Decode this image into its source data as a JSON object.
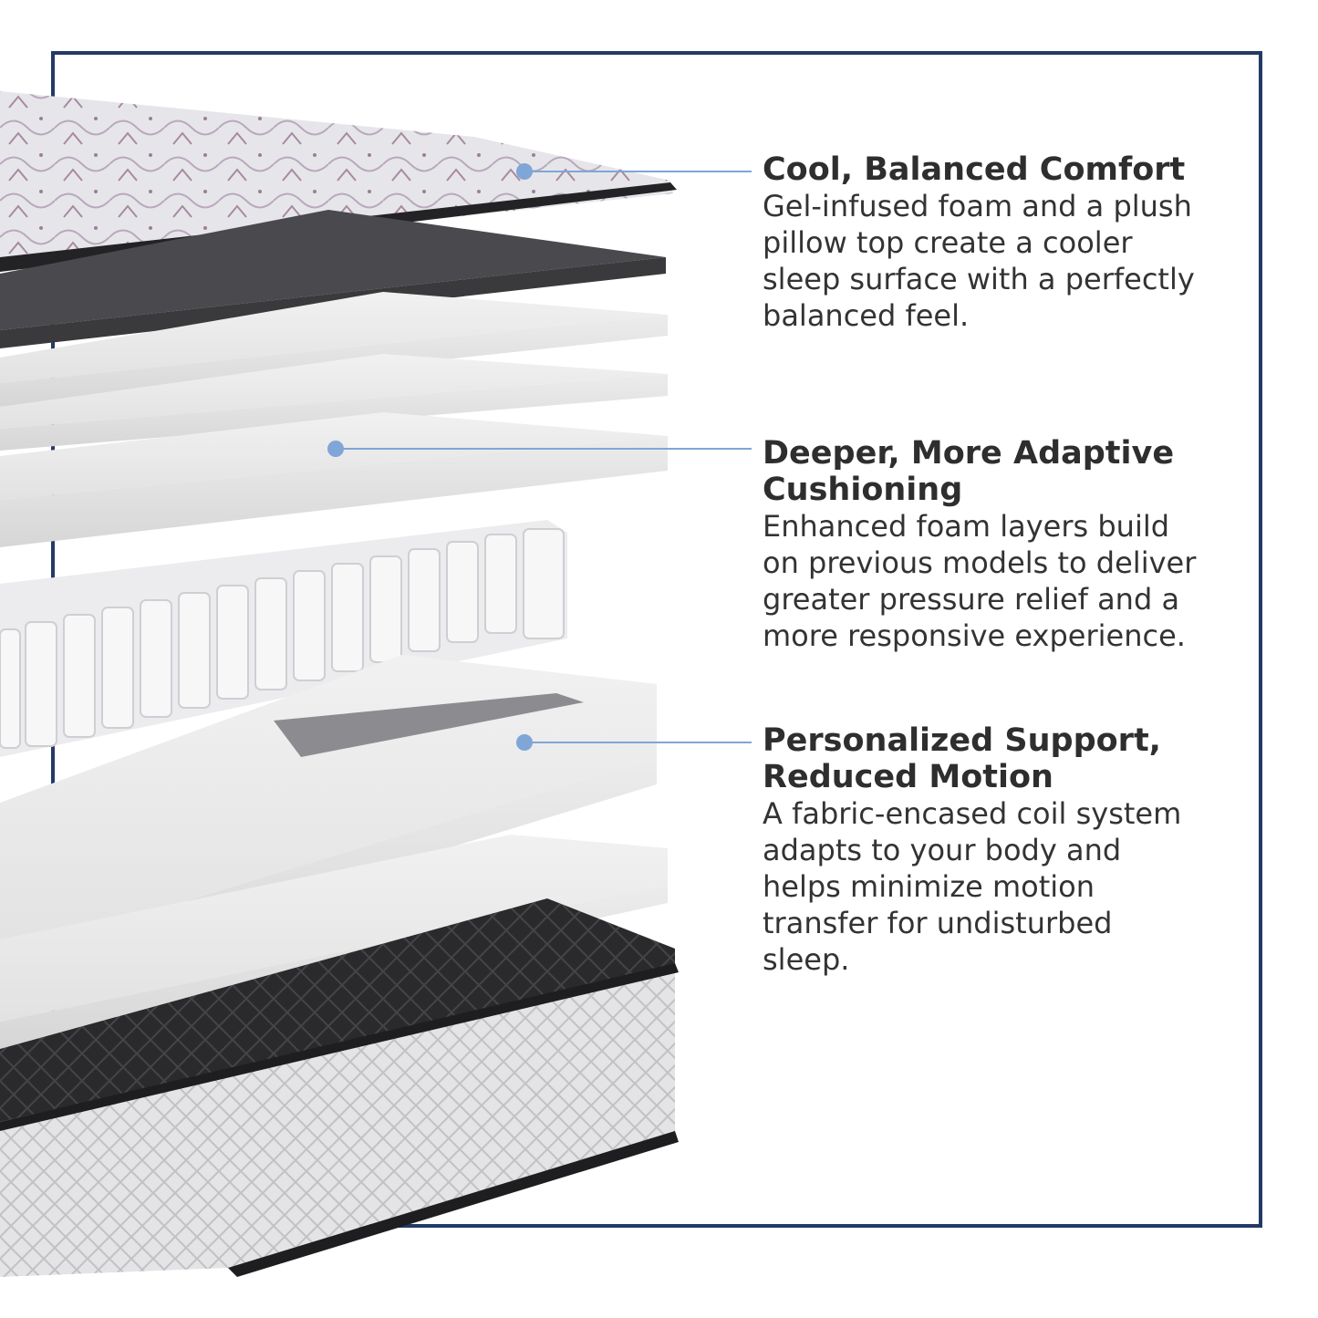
{
  "features": [
    {
      "title": "Cool, Balanced Comfort",
      "body": "Gel-infused foam and a plush pillow top create a cooler sleep surface with a perfectly balanced feel."
    },
    {
      "title": "Deeper, More Adaptive Cushioning",
      "body": "Enhanced foam layers build on previous models to deliver greater pressure relief and a more responsive experience."
    },
    {
      "title": "Personalized Support, Reduced Motion",
      "body": "A fabric-encased coil system adapts to your body and helps minimize motion transfer for undisturbed sleep."
    }
  ],
  "colors": {
    "frame": "#243a66",
    "callout": "#7fa6d6",
    "title_text": "#2e2e2e",
    "body_text": "#333333"
  }
}
